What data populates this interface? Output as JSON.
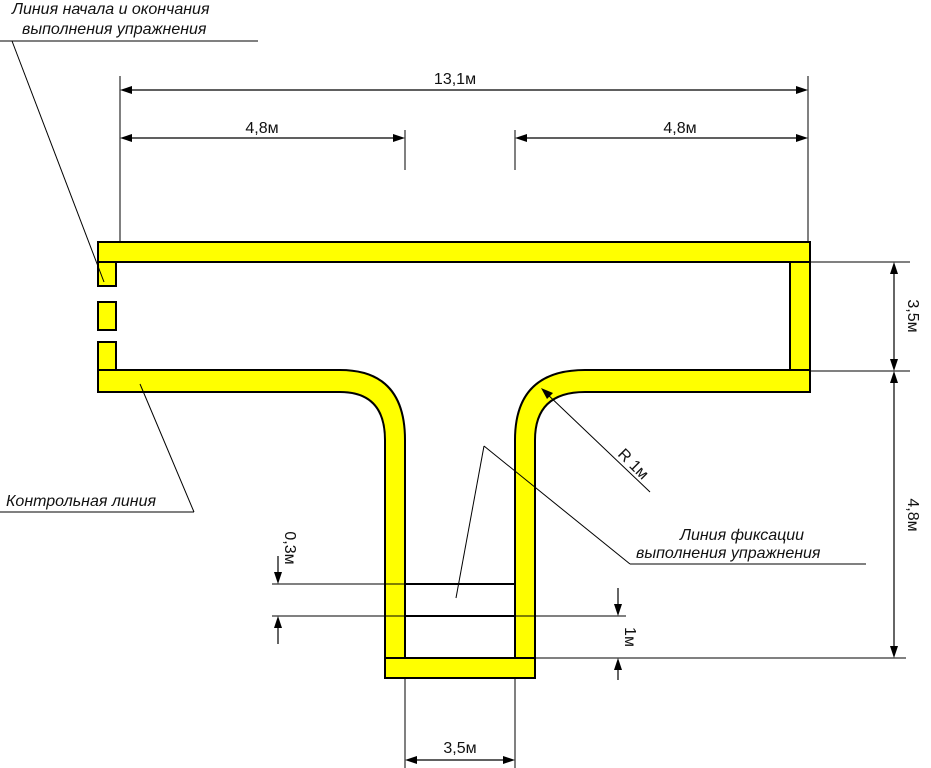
{
  "labels": {
    "start_finish_line": [
      "Линия начала и окончания",
      "выполнения упражнения"
    ],
    "control_line": "Контрольная линия",
    "fixation_line": [
      "Линия фиксации",
      "выполнения упражнения"
    ],
    "radius": "R 1м"
  },
  "dimensions": {
    "total_width": "13,1м",
    "left_segment": "4,8м",
    "right_segment": "4,8м",
    "top_height": "3,5м",
    "stem_height": "4,8м",
    "fixation_gap": "0,3м",
    "bottom_gap": "1м",
    "stem_width": "3,5м"
  },
  "colors": {
    "marking": "#ffff00",
    "outline": "#000000"
  }
}
